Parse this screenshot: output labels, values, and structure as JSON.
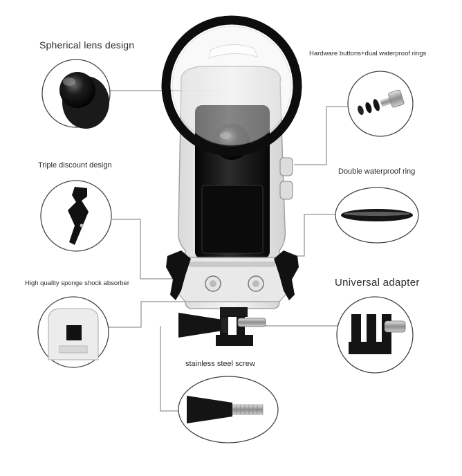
{
  "labels": {
    "spherical_lens": "Spherical lens design",
    "hardware_buttons": "Hardware buttons+dual waterproof rings",
    "triple_discount": "Triple discount design",
    "double_ring": "Double waterproof ring",
    "sponge": "High quality sponge shock absorber",
    "universal_adapter": "Universal adapter",
    "steel_screw": "stainless steel screw"
  },
  "colors": {
    "line": "#777777",
    "black": "#111111",
    "metal": "#a8a8a8",
    "background": "#ffffff"
  },
  "icons": {
    "housing": "dive-housing",
    "lens": "spherical-lens-icon",
    "buttons": "button-ring-parts-icon",
    "buckle": "buckle-latch-icon",
    "ring": "waterproof-ring-icon",
    "sponge": "sponge-absorber-icon",
    "adapter": "universal-adapter-icon",
    "screw": "thumb-screw-icon"
  }
}
